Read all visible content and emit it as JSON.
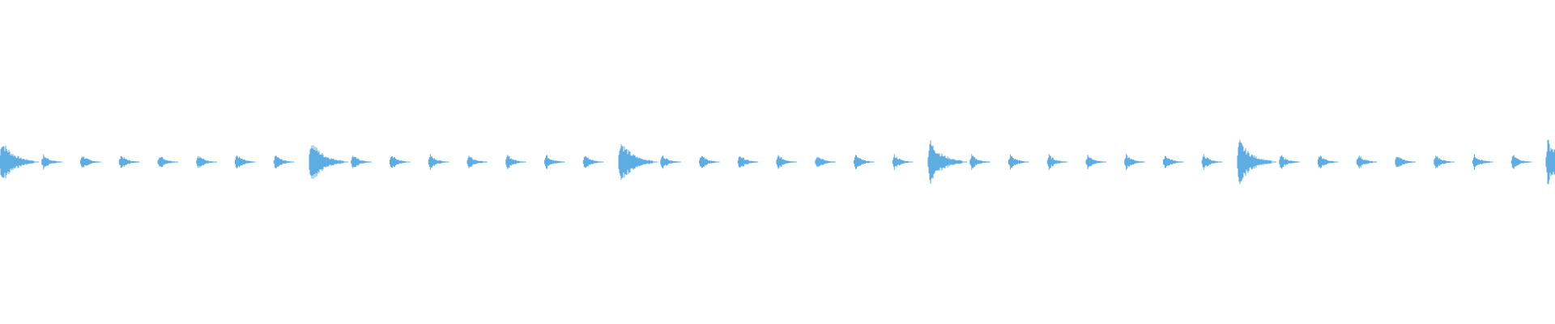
{
  "waveform": {
    "color": "#5dade2",
    "background": "#ffffff",
    "beats_per_bar": 8,
    "bars_visible": 5,
    "downbeat_level": 1.0,
    "offbeat_level": 0.35,
    "trailing_partial_beat": true
  }
}
